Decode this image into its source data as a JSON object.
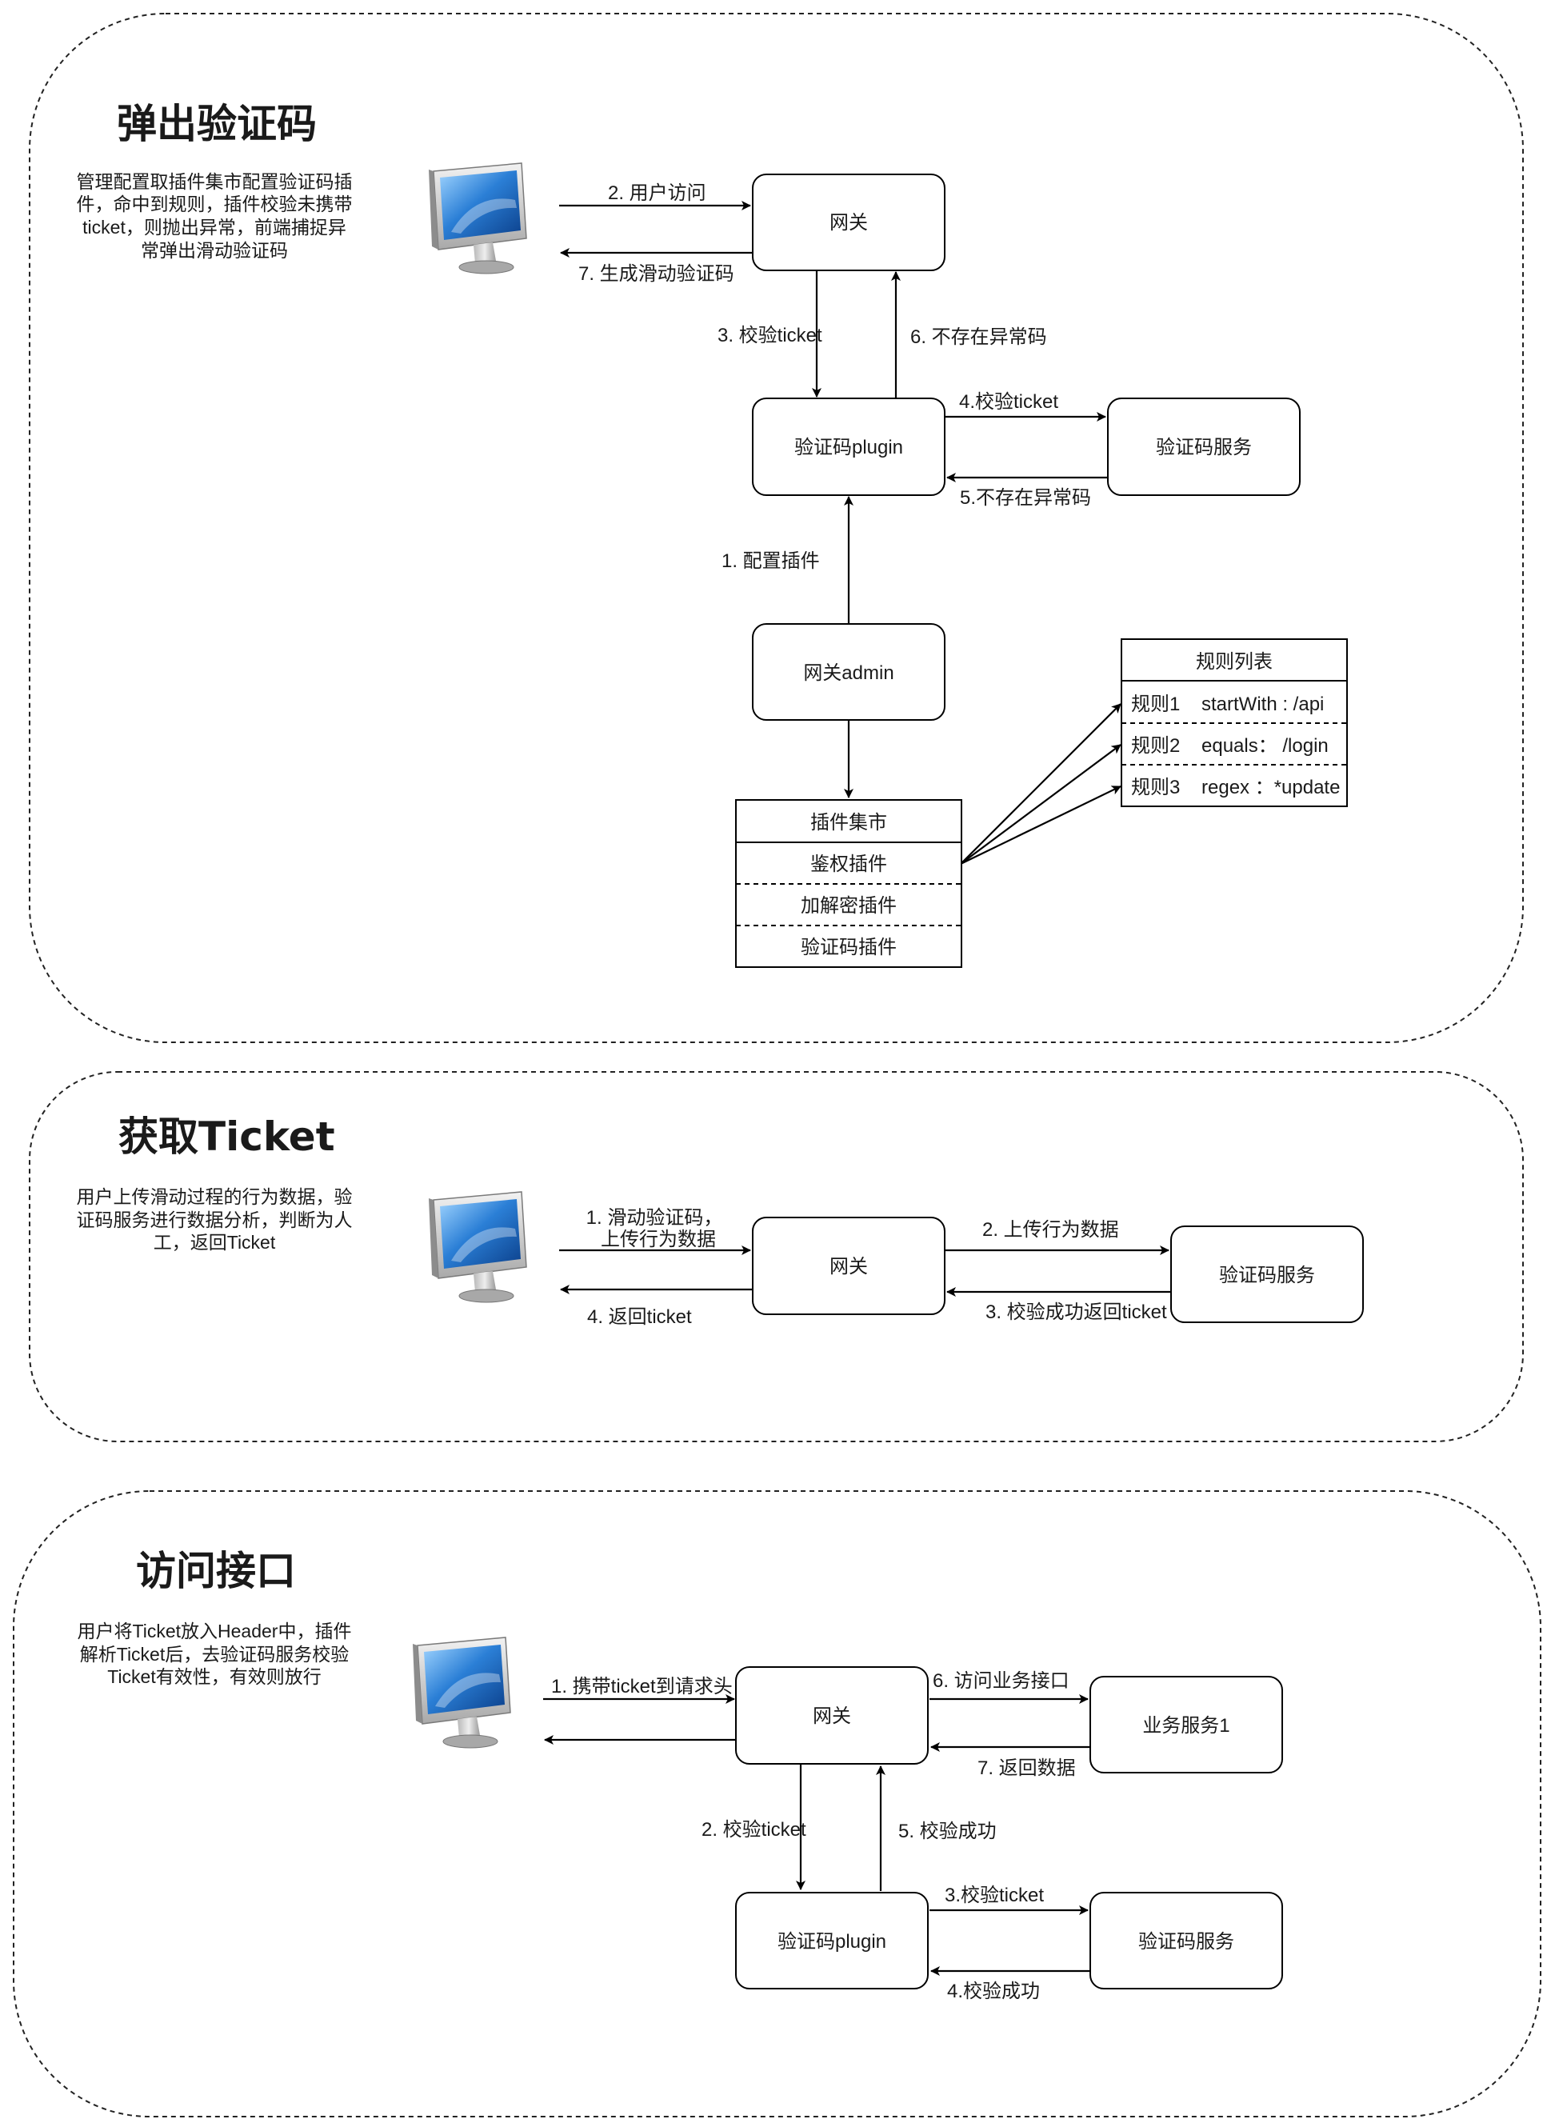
{
  "sections": {
    "popup": {
      "title": "弹出验证码",
      "desc": [
        "管理配置取插件集市配置验证码插",
        "件，命中到规则，插件校验未携带",
        "ticket，则抛出异常，前端捕捉异",
        "常弹出滑动验证码"
      ],
      "nodes": {
        "gateway": "网关",
        "plugin": "验证码plugin",
        "captcha_service": "验证码服务",
        "gateway_admin": "网关admin"
      },
      "edges": {
        "user_visit": "2. 用户访问",
        "gen_captcha": "7. 生成滑动验证码",
        "check_ticket": "3. 校验ticket",
        "not_exist_6": "6. 不存在异常码",
        "check_ticket_4": "4.校验ticket",
        "not_exist_5": "5.不存在异常码",
        "config_plugin": "1. 配置插件"
      },
      "market": {
        "header": "插件集市",
        "items": [
          "鉴权插件",
          "加解密插件",
          "验证码插件"
        ]
      },
      "rules": {
        "header": "规则列表",
        "items": [
          {
            "name": "规则1",
            "expr": "startWith : /api"
          },
          {
            "name": "规则2",
            "expr": "equals： /login"
          },
          {
            "name": "规则3",
            "expr": "regex ：*update"
          }
        ]
      }
    },
    "ticket": {
      "title": "获取Ticket",
      "desc": [
        "用户上传滑动过程的行为数据，验",
        "证码服务进行数据分析，判断为人",
        "工，返回Ticket"
      ],
      "nodes": {
        "gateway": "网关",
        "captcha_service": "验证码服务"
      },
      "edges": {
        "slide_line1": "1. 滑动验证码，",
        "slide_line2": "上传行为数据",
        "return_ticket": "4. 返回ticket",
        "upload_data": "2. 上传行为数据",
        "verify_return": "3. 校验成功返回ticket"
      }
    },
    "access": {
      "title": "访问接口",
      "desc": [
        "用户将Ticket放入Header中，插件",
        "解析Ticket后，去验证码服务校验",
        "Ticket有效性，有效则放行"
      ],
      "nodes": {
        "gateway": "网关",
        "biz_service": "业务服务1",
        "plugin": "验证码plugin",
        "captcha_service": "验证码服务"
      },
      "edges": {
        "carry_ticket": "1. 携带ticket到请求头",
        "visit_biz": "6. 访问业务接口",
        "return_data": "7. 返回数据",
        "check_ticket_2": "2. 校验ticket",
        "verify_ok_5": "5. 校验成功",
        "check_ticket_3": "3.校验ticket",
        "verify_ok_4": "4.校验成功"
      }
    }
  },
  "colors": {
    "stroke": "#000000",
    "frame": "#222222",
    "background": "#ffffff"
  },
  "icons": {
    "computer": "desktop-computer-icon"
  }
}
